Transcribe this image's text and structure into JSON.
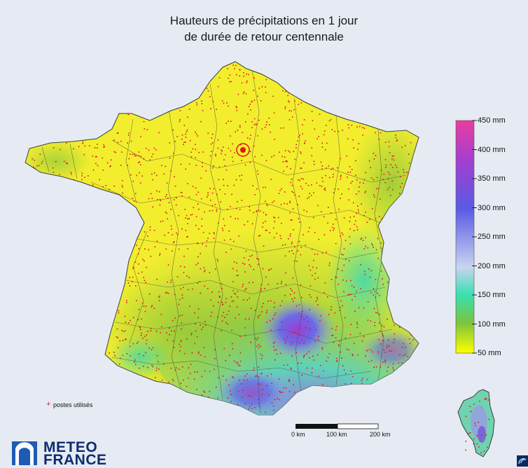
{
  "title_line1": "Hauteurs de précipitations en 1 jour",
  "title_line2": "de durée de retour centennale",
  "colorbar": {
    "unit": "mm",
    "min": 50,
    "max": 450,
    "labels": [
      {
        "value": 450,
        "text": "450 mm"
      },
      {
        "value": 400,
        "text": "400 mm"
      },
      {
        "value": 350,
        "text": "350 mm"
      },
      {
        "value": 300,
        "text": "300 mm"
      },
      {
        "value": 250,
        "text": "250 mm"
      },
      {
        "value": 200,
        "text": "200 mm"
      },
      {
        "value": 150,
        "text": "150 mm"
      },
      {
        "value": 100,
        "text": "100 mm"
      },
      {
        "value": 50,
        "text": "50 mm"
      }
    ],
    "colors": [
      "#ffff00",
      "#7cc43c",
      "#38e0b0",
      "#c8d4f0",
      "#5a5ae6",
      "#a040d0",
      "#e83ca0"
    ]
  },
  "legend": {
    "marker": "+",
    "marker_color": "#e0161a",
    "label": "postes utilisés"
  },
  "scale_bar": {
    "labels": [
      "0 km",
      "100 km",
      "200 km"
    ]
  },
  "logo": {
    "line1": "METEO",
    "line2": "FRANCE",
    "color": "#0e2c6e"
  },
  "corner_icon": "meteo-swirl-icon"
}
